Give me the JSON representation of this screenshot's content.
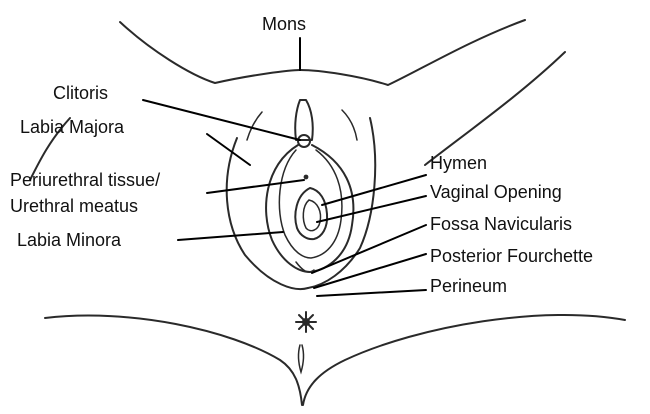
{
  "diagram": {
    "labels": {
      "mons": "Mons",
      "clitoris": "Clitoris",
      "labia_majora": "Labia Majora",
      "periurethral_line1": "Periurethral tissue/",
      "periurethral_line2": "Urethral meatus",
      "labia_minora": "Labia Minora",
      "hymen": "Hymen",
      "vaginal_opening": "Vaginal Opening",
      "fossa_navicularis": "Fossa Navicularis",
      "posterior_fourchette": "Posterior Fourchette",
      "perineum": "Perineum"
    },
    "colors": {
      "line": "#2a2a2a",
      "text": "#111111",
      "background": "#ffffff"
    }
  }
}
